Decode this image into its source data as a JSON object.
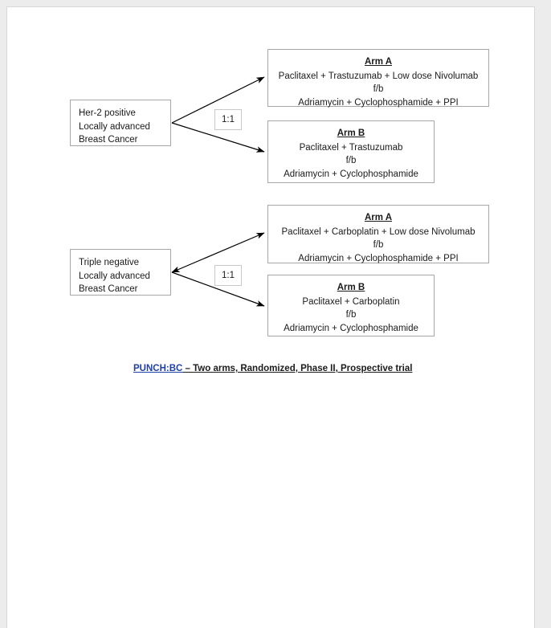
{
  "document": {
    "caption_key": "PUNCH:BC",
    "caption_rest": " – Two arms, Randomized, Phase II, Prospective trial",
    "caption_key_color": "#1f3fa8",
    "caption_rest_color": "#1a1a1a"
  },
  "groups": [
    {
      "id": "her2",
      "source": {
        "lines": [
          "Her-2 positive",
          "Locally advanced",
          "Breast Cancer"
        ]
      },
      "ratio_label": "1:1",
      "arms": [
        {
          "title": "Arm A",
          "lines": [
            "Paclitaxel + Trastuzumab + Low dose Nivolumab",
            "f/b",
            "Adriamycin + Cyclophosphamide + PPI"
          ]
        },
        {
          "title": "Arm B",
          "lines": [
            "Paclitaxel + Trastuzumab",
            "f/b",
            "Adriamycin + Cyclophosphamide"
          ]
        }
      ]
    },
    {
      "id": "tnbc",
      "source": {
        "lines": [
          "Triple negative",
          "Locally advanced",
          "Breast Cancer"
        ]
      },
      "ratio_label": "1:1",
      "arms": [
        {
          "title": "Arm A",
          "lines": [
            "Paclitaxel + Carboplatin + Low dose Nivolumab",
            "f/b",
            "Adriamycin + Cyclophosphamide + PPI"
          ]
        },
        {
          "title": "Arm B",
          "lines": [
            "Paclitaxel + Carboplatin",
            "f/b",
            "Adriamycin + Cyclophosphamide"
          ]
        }
      ]
    }
  ],
  "theme": {
    "page_background": "#ececec",
    "sheet_background": "#ffffff",
    "box_border": "#a6a6a6",
    "chip_border": "#c8c8c8",
    "text_color": "#1a1a1a",
    "arrow_color": "#000000"
  }
}
